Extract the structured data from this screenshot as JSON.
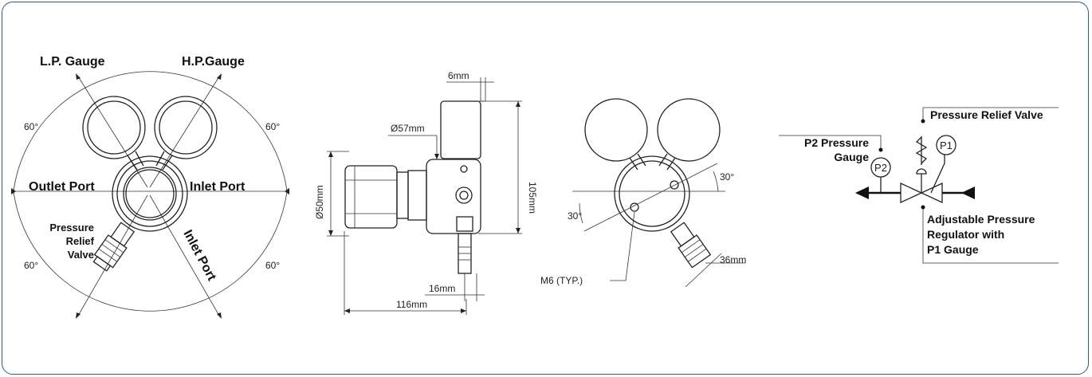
{
  "front_view": {
    "lp_gauge": "L.P. Gauge",
    "hp_gauge": "H.P.Gauge",
    "outlet_port": "Outlet Port",
    "inlet_port_right": "Inlet Port",
    "inlet_port_bottom": "Inlet Port",
    "relief_valve_line1": "Pressure",
    "relief_valve_line2": "Relief",
    "relief_valve_line3": "Valve",
    "angle_tl": "60°",
    "angle_tr": "60°",
    "angle_bl": "60°",
    "angle_br": "60°"
  },
  "side_view": {
    "dim_6": "6mm",
    "dim_57": "Ø57mm",
    "dim_105": "105mm",
    "dim_50": "Ø50mm",
    "dim_16": "16mm",
    "dim_116": "116mm"
  },
  "rear_view": {
    "angle_top": "30°",
    "angle_left": "30°",
    "dim_36": "36mm",
    "m6": "M6 (TYP.)"
  },
  "schematic": {
    "relief_valve": "Pressure Relief Valve",
    "p2_line1": "P2 Pressure",
    "p2_line2": "Gauge",
    "p2_symbol": "P2",
    "p1_symbol": "P1",
    "reg_line1": "Adjustable Pressure",
    "reg_line2": "Regulator with",
    "reg_line3": "P1 Gauge"
  }
}
